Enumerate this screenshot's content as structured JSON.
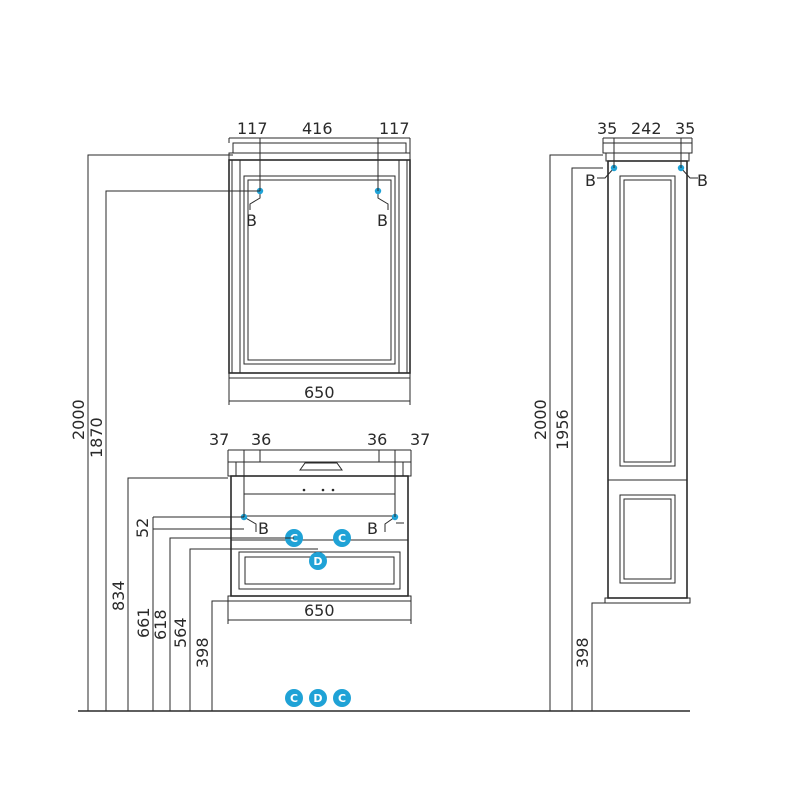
{
  "mirror": {
    "dims_top": [
      "117",
      "416",
      "117"
    ],
    "dim_bottom": "650",
    "anchor_labels": [
      "B",
      "B"
    ]
  },
  "vanity": {
    "dims_top": [
      "37",
      "36",
      "36",
      "37"
    ],
    "dim_bottom": "650",
    "dim_52": "52",
    "anchor_labels": [
      "B",
      "B"
    ],
    "badges": [
      "C",
      "C",
      "D"
    ]
  },
  "column": {
    "dims_top": [
      "35",
      "242",
      "35"
    ],
    "anchor_labels": [
      "B",
      "B"
    ]
  },
  "heights_left": [
    "2000",
    "1870",
    "834",
    "661",
    "618",
    "564",
    "398"
  ],
  "heights_right": [
    "2000",
    "1956",
    "398"
  ],
  "floor_badges": [
    "C",
    "D",
    "C"
  ],
  "colors": {
    "accent": "#1fa2d6",
    "line": "#2a2a2a"
  }
}
